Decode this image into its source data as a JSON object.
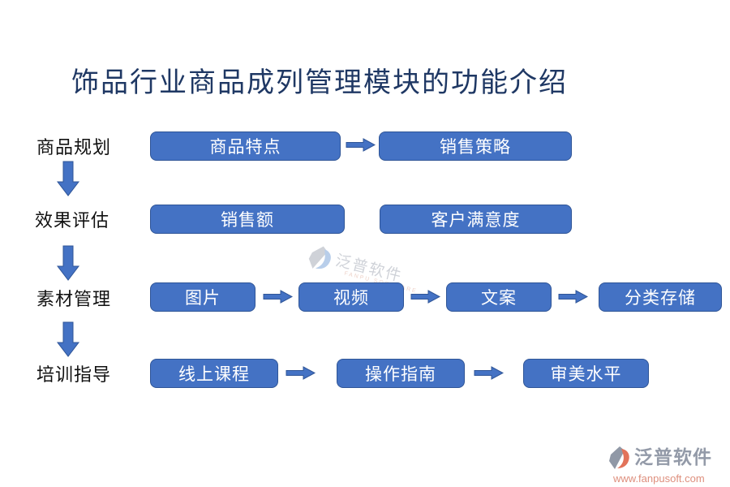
{
  "title": "饰品行业商品成列管理模块的功能介绍",
  "colors": {
    "title_color": "#1F3864",
    "label_color": "#111111",
    "box_fill": "#4472C4",
    "box_border": "#2F5597",
    "box_text": "#FFFFFF",
    "arrow_fill": "#4472C4",
    "arrow_border": "#2F5597",
    "watermark_gray": "#A9AEBA",
    "watermark_blue": "#7FA7D9",
    "watermark_orange": "#E0AE9C",
    "logo_gray": "#9098A6",
    "logo_orange": "#E2735A",
    "logo_text": "#939AA8",
    "logo_url": "#DE8F7D"
  },
  "rows": [
    {
      "label": "商品规划",
      "boxes": [
        "商品特点",
        "销售策略"
      ]
    },
    {
      "label": "效果评估",
      "boxes": [
        "销售额",
        "客户满意度"
      ]
    },
    {
      "label": "素材管理",
      "boxes": [
        "图片",
        "视频",
        "文案",
        "分类存储"
      ]
    },
    {
      "label": "培训指导",
      "boxes": [
        "线上课程",
        "操作指南",
        "审美水平"
      ]
    }
  ],
  "watermark": {
    "text": "泛普软件",
    "subtext": "FANPU SOFTWARE"
  },
  "footer": {
    "brand": "泛普软件",
    "url": "www.fanpusoft.com"
  }
}
